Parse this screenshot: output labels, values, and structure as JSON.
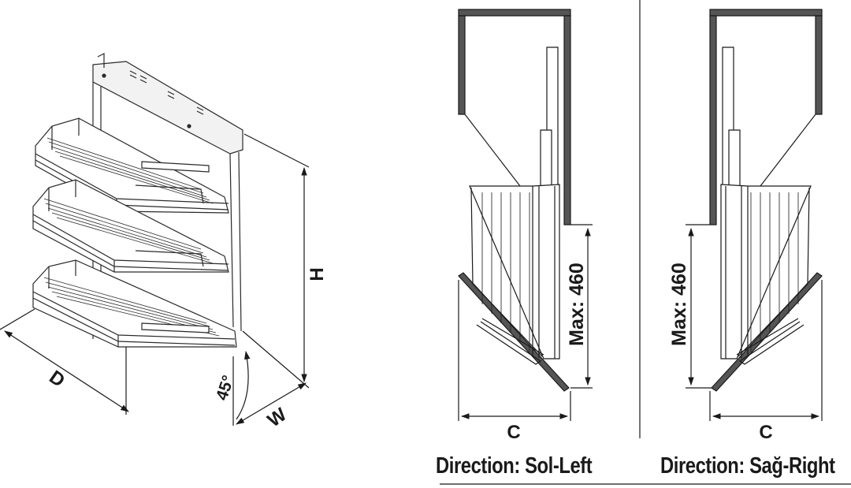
{
  "isometric": {
    "labels": {
      "height": "H",
      "depth": "D",
      "width": "W",
      "angle": "45°"
    }
  },
  "left_view": {
    "max_label": "Max: 460",
    "width_label": "C",
    "caption": "Direction: Sol-Left"
  },
  "right_view": {
    "max_label": "Max: 460",
    "width_label": "C",
    "caption": "Direction: Sağ-Right"
  }
}
